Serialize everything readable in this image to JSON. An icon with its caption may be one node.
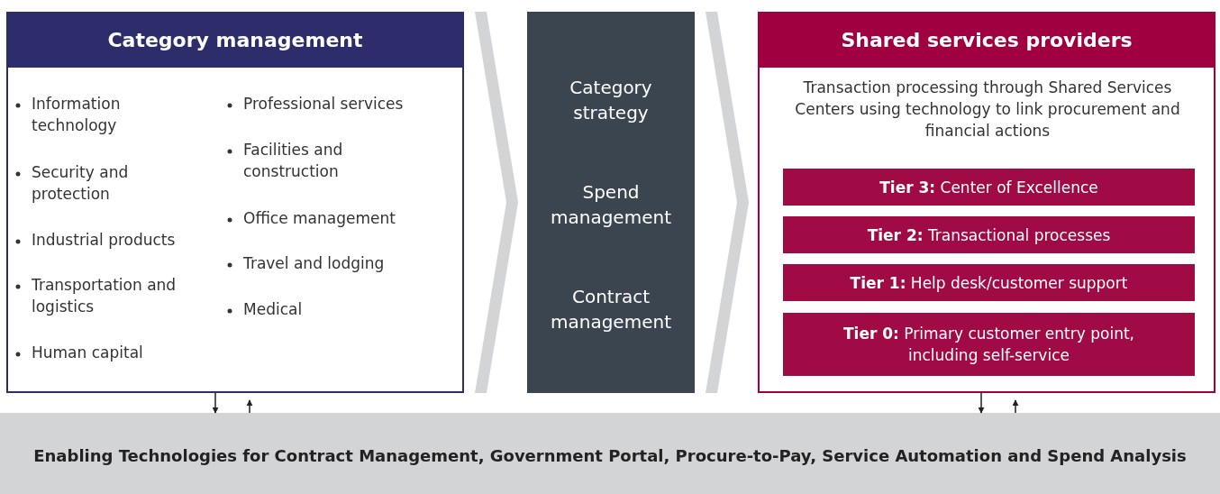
{
  "diagram": {
    "nodes": [
      {
        "text": [
          "Category management",
          "Information technology",
          "Security and protection",
          "Industrial products",
          "Transportation and logistics",
          "Human capital",
          "Professional services",
          "Facilities and construction",
          "Office management",
          "Travel and lodging",
          "Medical"
        ]
      },
      {
        "text": [
          "Category strategy",
          "Spend management",
          "Contract management"
        ]
      },
      {
        "text": [
          "Shared services providers",
          "Transaction processing through Shared Services Centers using technology to link procurement and financial actions"
        ]
      },
      {
        "text": [
          "**Tier 3:** Center of Excellence"
        ],
        "in": 2
      },
      {
        "text": [
          "**Tier 2:** Transactional processes"
        ],
        "in": 2
      },
      {
        "text": [
          "**Tier 1:** Help desk/customer support"
        ],
        "in": 2
      },
      {
        "text": [
          "**Tier 0:** Primary customer entry point, including self-service"
        ],
        "in": 2
      },
      {
        "text": [
          "Enabling Technologies for Contract Management, Government Portal, Procure-to-Pay, Service Automation and Spend Analysis"
        ]
      }
    ],
    "edges": [
      {
        "from": 0,
        "to": 1,
        "arrow": "to",
        "style": "thick",
        "color": "#d3d4d6"
      },
      {
        "from": 1,
        "to": 2,
        "arrow": "to",
        "style": "thick",
        "color": "#d3d4d6"
      },
      {
        "from": 0,
        "to": 7,
        "arrow": "to"
      },
      {
        "from": 7,
        "to": 0,
        "arrow": "to"
      },
      {
        "from": 2,
        "to": 7,
        "arrow": "to"
      },
      {
        "from": 7,
        "to": 2,
        "arrow": "to"
      }
    ]
  }
}
